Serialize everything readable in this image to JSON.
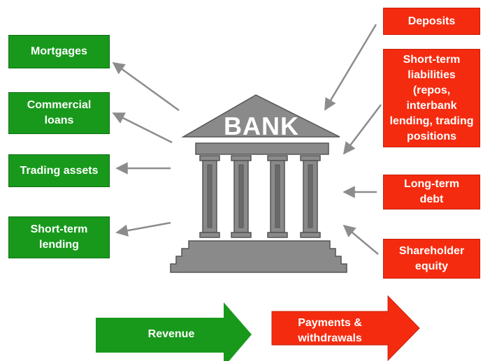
{
  "bank": {
    "label": "BANK"
  },
  "assets": [
    {
      "label": "Mortgages"
    },
    {
      "label": "Commercial\nloans"
    },
    {
      "label": "Trading assets"
    },
    {
      "label": "Short-term\nlending"
    }
  ],
  "liabilities": [
    {
      "label": "Deposits"
    },
    {
      "label": "Short-term\nliabilities (repos,\ninterbank\nlending, trading\npositions"
    },
    {
      "label": "Long-term\ndebt"
    },
    {
      "label": "Shareholder\nequity"
    }
  ],
  "flows": {
    "revenue": "Revenue",
    "payments": "Payments &\nwithdrawals"
  },
  "colors": {
    "asset": "#18991c",
    "liability": "#f52b0f",
    "building": "#8a8a8a",
    "connector": "#8c8c8c"
  }
}
